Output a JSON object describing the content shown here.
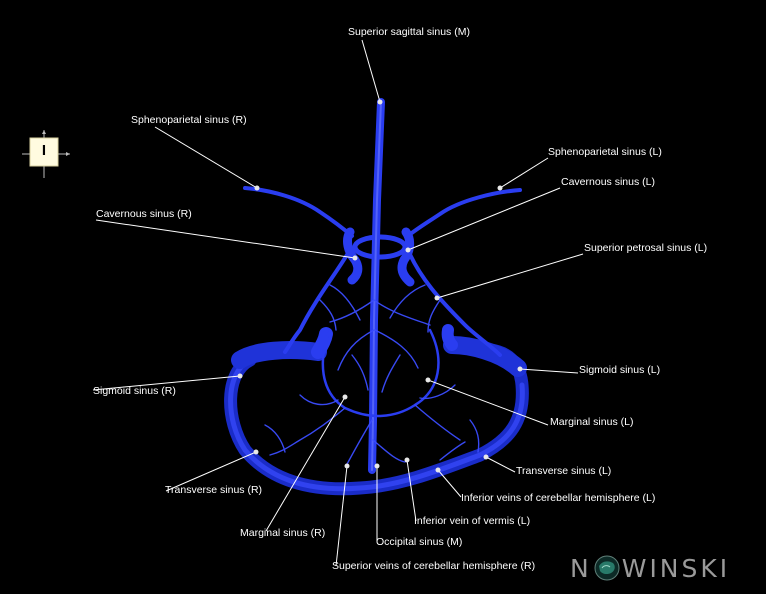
{
  "labels": [
    {
      "id": "superior-sagittal-sinus",
      "text": "Superior sagittal sinus (M)"
    },
    {
      "id": "sphenoparietal-sinus-r",
      "text": "Sphenoparietal sinus (R)"
    },
    {
      "id": "sphenoparietal-sinus-l",
      "text": "Sphenoparietal sinus (L)"
    },
    {
      "id": "cavernous-sinus-l",
      "text": "Cavernous sinus (L)"
    },
    {
      "id": "cavernous-sinus-r",
      "text": "Cavernous sinus (R)"
    },
    {
      "id": "superior-petrosal-sinus-l",
      "text": "Superior petrosal sinus (L)"
    },
    {
      "id": "sigmoid-sinus-l",
      "text": "Sigmoid sinus (L)"
    },
    {
      "id": "sigmoid-sinus-r",
      "text": "Sigmoid sinus (R)"
    },
    {
      "id": "marginal-sinus-l",
      "text": "Marginal sinus (L)"
    },
    {
      "id": "transverse-sinus-l",
      "text": "Transverse sinus (L)"
    },
    {
      "id": "inferior-veins-cerebellar-hemisphere-l",
      "text": "Inferior veins of cerebellar hemisphere (L)"
    },
    {
      "id": "transverse-sinus-r",
      "text": "Transverse sinus (R)"
    },
    {
      "id": "inferior-vein-vermis-l",
      "text": "Inferior vein of vermis (L)"
    },
    {
      "id": "marginal-sinus-r",
      "text": "Marginal sinus (R)"
    },
    {
      "id": "occipital-sinus-m",
      "text": "Occipital sinus (M)"
    },
    {
      "id": "superior-veins-cerebellar-hemisphere-r",
      "text": "Superior veins of cerebellar hemisphere (R)"
    }
  ],
  "orientation": {
    "marker": "I",
    "icon": "orientation-cube-icon"
  },
  "brand": {
    "before": "N",
    "middle": "W",
    "after": "INSKI",
    "icon": "brain-globe-icon"
  },
  "colors": {
    "vessel": "#2a3df0",
    "vessel_dark": "#1424a8",
    "vessel_light": "#6f7dff",
    "leader": "#ffffff",
    "text": "#ffffff"
  }
}
